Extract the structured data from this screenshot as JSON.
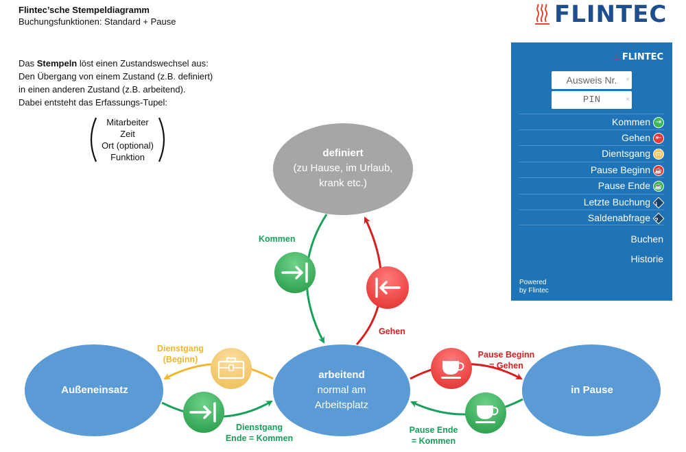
{
  "header": {
    "title": "Flintec’sche Stempeldiagramm",
    "subtitle": "Buchungsfunktionen: Standard + Pause"
  },
  "intro": {
    "line1_prefix": "Das ",
    "line1_bold": "Stempeln",
    "line1_suffix": " löst einen Zustandswechsel aus:",
    "line2": "Den Übergang von einem Zustand (z.B. definiert)",
    "line3": "in einen anderen Zustand (z.B. arbeitend).",
    "line4": "Dabei entsteht das Erfassungs-Tupel:"
  },
  "tuple": [
    "Mitarbeiter",
    "Zeit",
    "Ort (optional)",
    "Funktion"
  ],
  "logo": {
    "text": "FLINTEC",
    "icon": "flame-icon",
    "brand_color": "#1f4e8c",
    "flame_color": "#e0442a"
  },
  "panel": {
    "logo_text": "FLINTEC",
    "background": "#1f73b7",
    "inputs": [
      {
        "placeholder": "Ausweis Nr.",
        "clear_icon": "×"
      },
      {
        "placeholder": "PIN",
        "clear_icon": "×"
      }
    ],
    "menu": [
      {
        "label": "Kommen",
        "icon": "arrow-in-icon",
        "color": "#3cb85c",
        "glyph": "⇥"
      },
      {
        "label": "Gehen",
        "icon": "arrow-out-icon",
        "color": "#e53935",
        "glyph": "⇤"
      },
      {
        "label": "Dientsgang",
        "icon": "briefcase-icon",
        "color": "#f0c66b",
        "glyph": "▭"
      },
      {
        "label": "Pause Beginn",
        "icon": "cup-icon",
        "color": "#e53935",
        "glyph": "☕"
      },
      {
        "label": "Pause Ende",
        "icon": "cup-icon",
        "color": "#3cb85c",
        "glyph": "☕"
      },
      {
        "label": "Letzte Buchung",
        "icon": "info-icon",
        "glyph": "i"
      },
      {
        "label": "Saldenabfrage",
        "icon": "question-icon",
        "glyph": "?"
      }
    ],
    "buttons": [
      "Buchen",
      "Historie"
    ],
    "powered_line1": "Powered",
    "powered_line2": "by Flintec"
  },
  "diagram": {
    "colors": {
      "node": "#5b9bd5",
      "node_defined": "#a6a6a6",
      "green": "#17a05a",
      "red": "#d71e1e",
      "amber": "#f2b62c"
    },
    "nodes": {
      "definiert": {
        "title": "definiert",
        "line2": "(zu Hause, im Urlaub,",
        "line3": "krank etc.)"
      },
      "arbeitend": {
        "title": "arbeitend",
        "line2": "normal am",
        "line3": "Arbeitsplatz"
      },
      "aussen": {
        "title": "Außeneinsatz"
      },
      "pause": {
        "title": "in Pause"
      }
    },
    "transitions": {
      "kommen": "Kommen",
      "gehen": "Gehen",
      "dienstgang_beginn_1": "Dienstgang",
      "dienstgang_beginn_2": "(Beginn)",
      "dienstgang_ende_1": "Dienstgang",
      "dienstgang_ende_2": "Ende = Kommen",
      "pause_beginn_1": "Pause Beginn",
      "pause_beginn_2": "= Gehen",
      "pause_ende_1": "Pause Ende",
      "pause_ende_2": "= Kommen"
    }
  }
}
